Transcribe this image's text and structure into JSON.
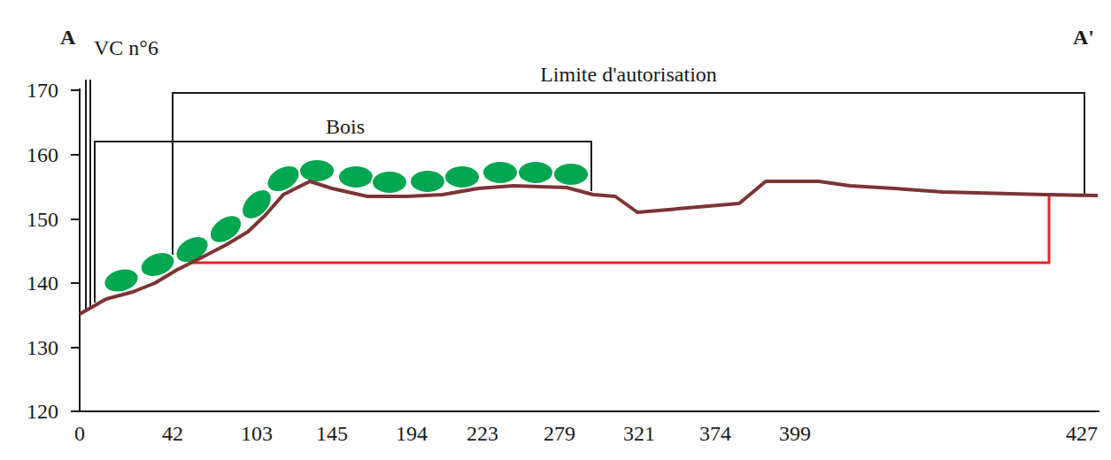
{
  "diagram": {
    "labels": [
      "A",
      "A'",
      "VC n°6",
      "Limite d'autorisation",
      "Bois",
      "170",
      "160",
      "150",
      "140",
      "130",
      "120",
      "0",
      "42",
      "103",
      "145",
      "194",
      "223",
      "279",
      "321",
      "374",
      "399",
      "427"
    ]
  }
}
